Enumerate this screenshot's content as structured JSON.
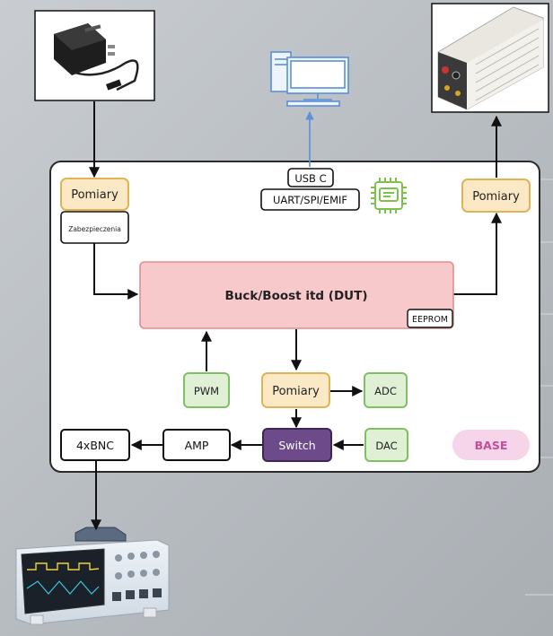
{
  "blocks": {
    "pomiary_in": "Pomiary",
    "zabezpieczenia": "Zabezpieczenia",
    "usb": "USB C",
    "uart": "UART/SPI/EMIF",
    "pomiary_out": "Pomiary",
    "dut": "Buck/Boost itd (DUT)",
    "eeprom": "EEPROM",
    "pwm": "PWM",
    "pomiary_mid": "Pomiary",
    "adc": "ADC",
    "bnc": "4xBNC",
    "amp": "AMP",
    "switch": "Switch",
    "dac": "DAC",
    "base": "BASE"
  },
  "colors": {
    "yellow_fill": "#fbe9c6",
    "yellow_stroke": "#e0b455",
    "pink_fill": "#f8c9cb",
    "pink_stroke": "#e08d91",
    "green_fill": "#dff0d5",
    "green_stroke": "#7fbf65",
    "purple_fill": "#6d4a8a",
    "base_fill": "#f6d4ea",
    "base_text": "#c0509a",
    "pc_blue": "#5b8fd6",
    "chip_green": "#7dc24b"
  },
  "icons": [
    "power-adapter-icon",
    "computer-icon",
    "chip-icon",
    "electronic-load-icon",
    "oscilloscope-icon"
  ]
}
